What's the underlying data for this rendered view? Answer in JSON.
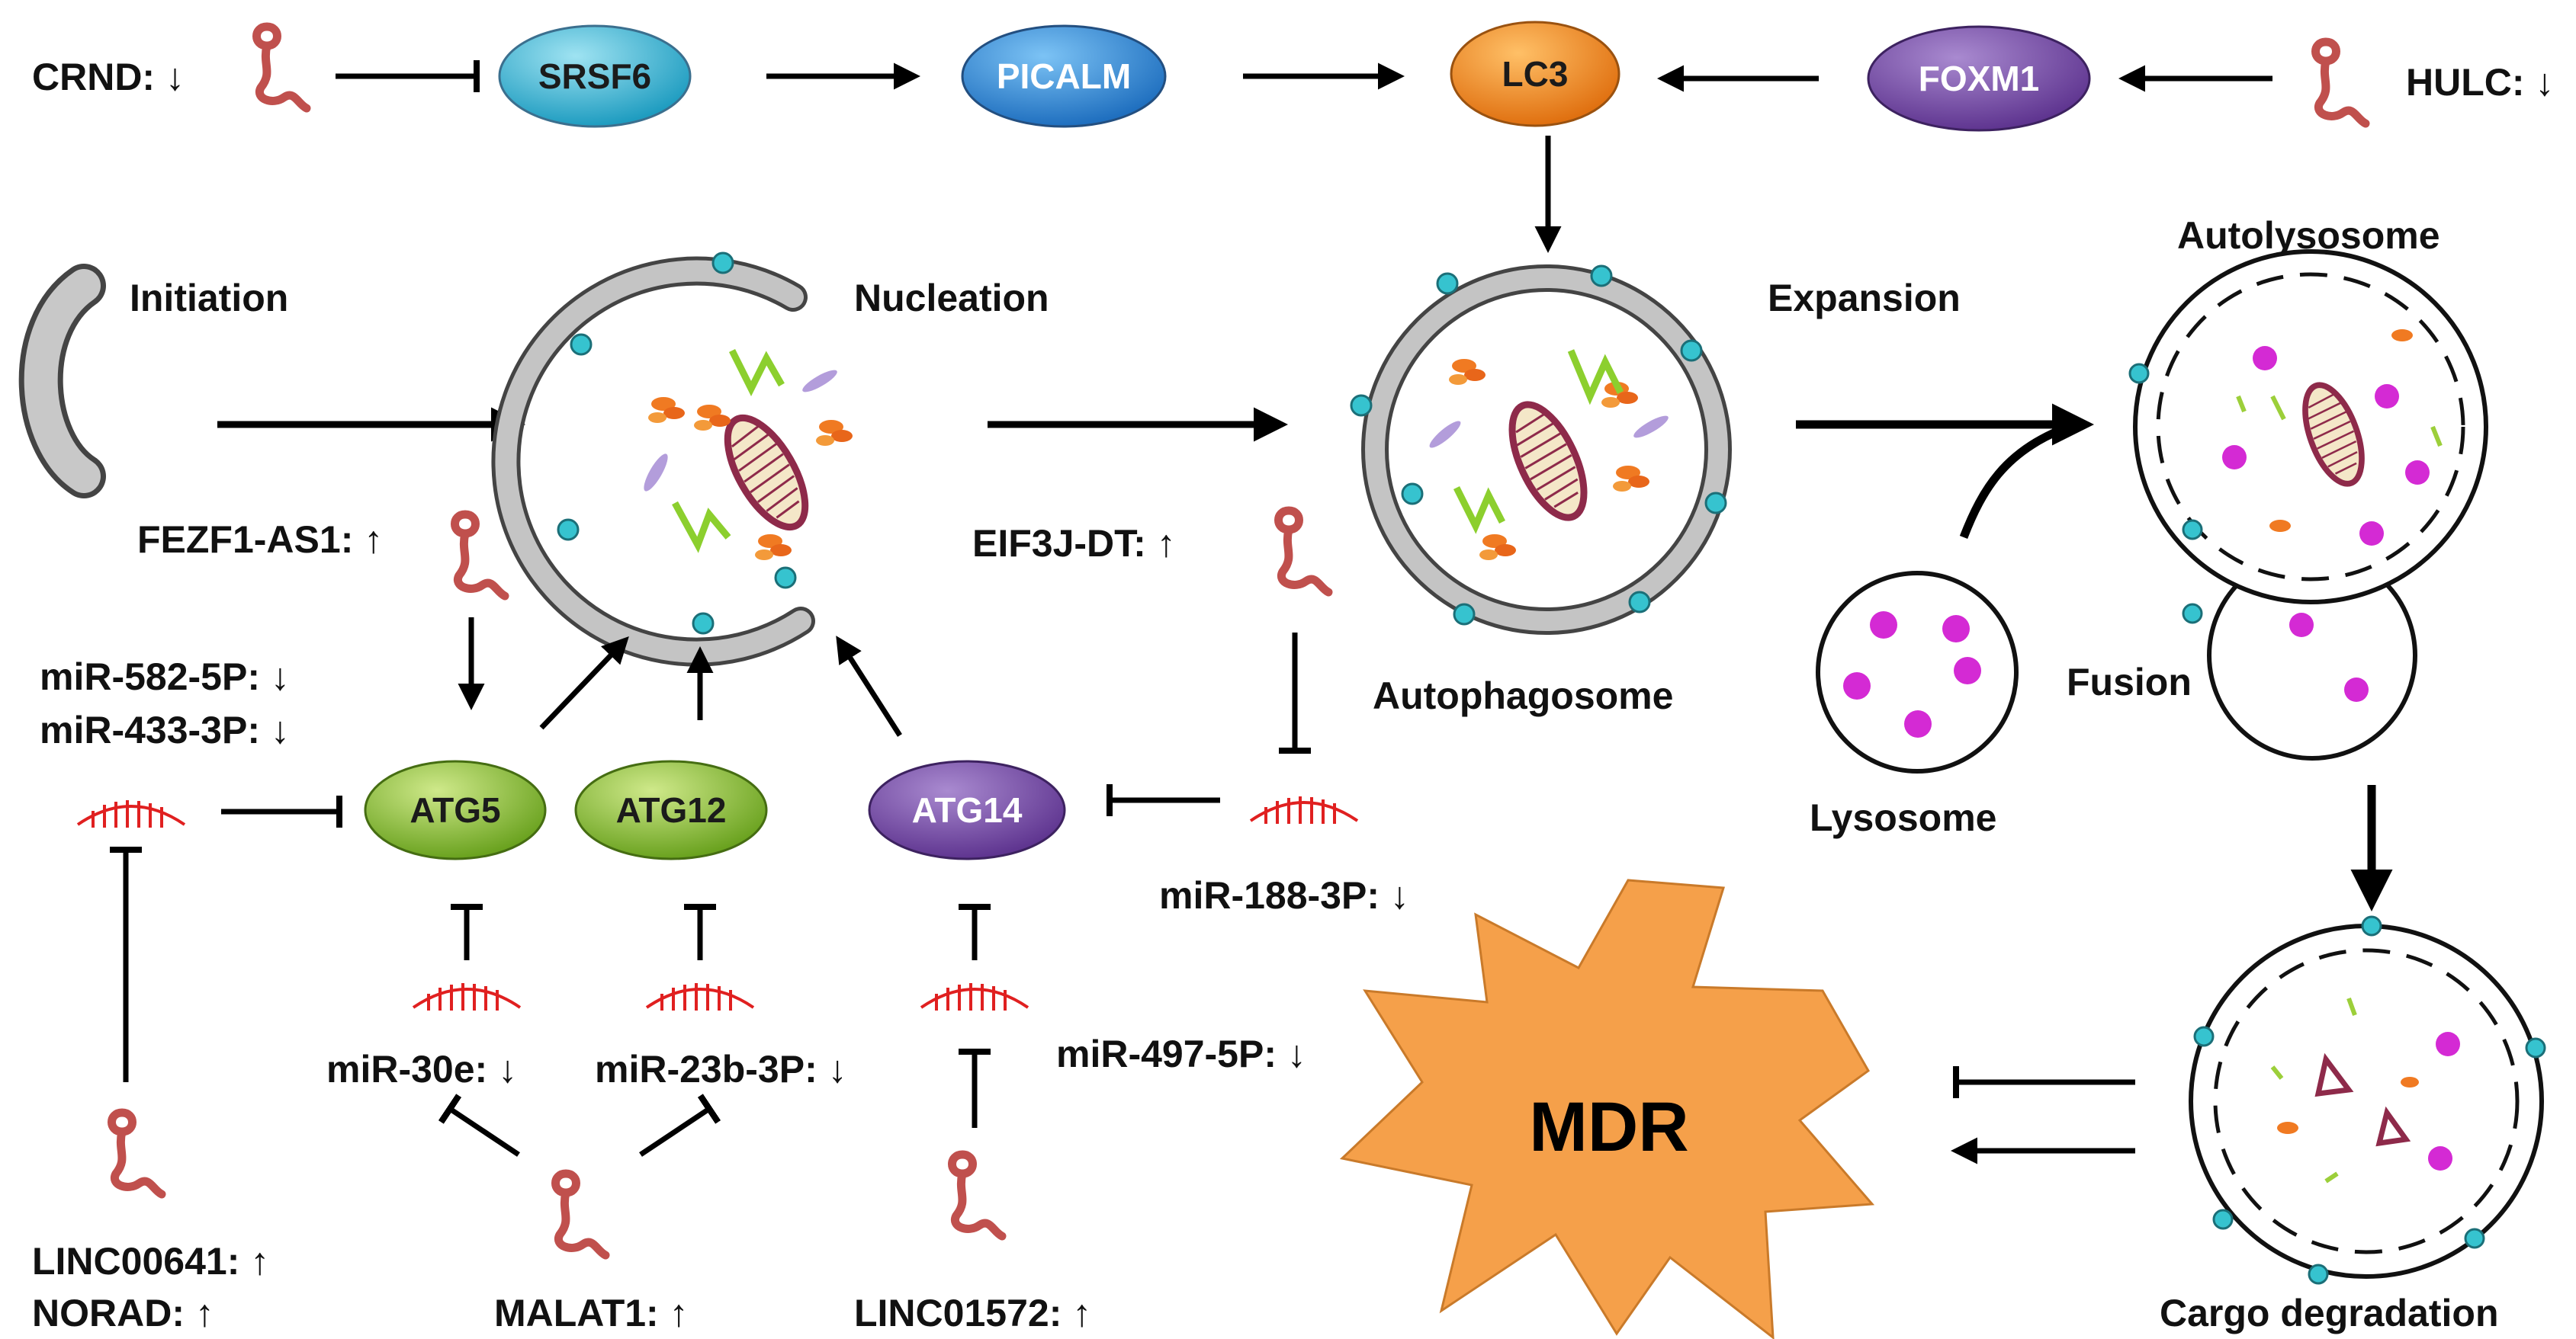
{
  "nodes": {
    "srsf6": "SRSF6",
    "picalm": "PICALM",
    "lc3": "LC3",
    "foxm1": "FOXM1",
    "atg5": "ATG5",
    "atg12": "ATG12",
    "atg14": "ATG14",
    "mdr": "MDR"
  },
  "stages": {
    "initiation": "Initiation",
    "nucleation": "Nucleation",
    "expansion": "Expansion",
    "autolysosome": "Autolysosome",
    "autophagosome": "Autophagosome",
    "fusion": "Fusion",
    "lysosome": "Lysosome",
    "cargo_degradation": "Cargo degradation"
  },
  "rnas": {
    "crnd": "CRND: ↓",
    "hulc": "HULC: ↓",
    "fezf1_as1": "FEZF1-AS1: ↑",
    "eif3j_dt": "EIF3J-DT: ↑",
    "mir_582": "miR-582-5P: ↓",
    "mir_433": "miR-433-3P: ↓",
    "mir_188": "miR-188-3P: ↓",
    "mir_30e": "miR-30e: ↓",
    "mir_23b": "miR-23b-3P: ↓",
    "mir_497": "miR-497-5P: ↓",
    "linc00641": "LINC00641: ↑",
    "norad": "NORAD: ↑",
    "malat1": "MALAT1: ↑",
    "linc01572": "LINC01572: ↑"
  },
  "colors": {
    "blue_node": "#2a8fd8",
    "cyan_node": "#3ab7d6",
    "orange_node": "#f08a1e",
    "purple_node": "#7b4fa8",
    "green_node": "#8dc23a",
    "mdr_burst": "#f5a04a",
    "rna_red": "#c0504d",
    "mirna_red": "#e02020",
    "membrane_grey": "#bdbdbd",
    "dot_cyan": "#36c3cf",
    "mito_red": "#a43a4e",
    "lysosome_magenta": "#d42ad4"
  }
}
